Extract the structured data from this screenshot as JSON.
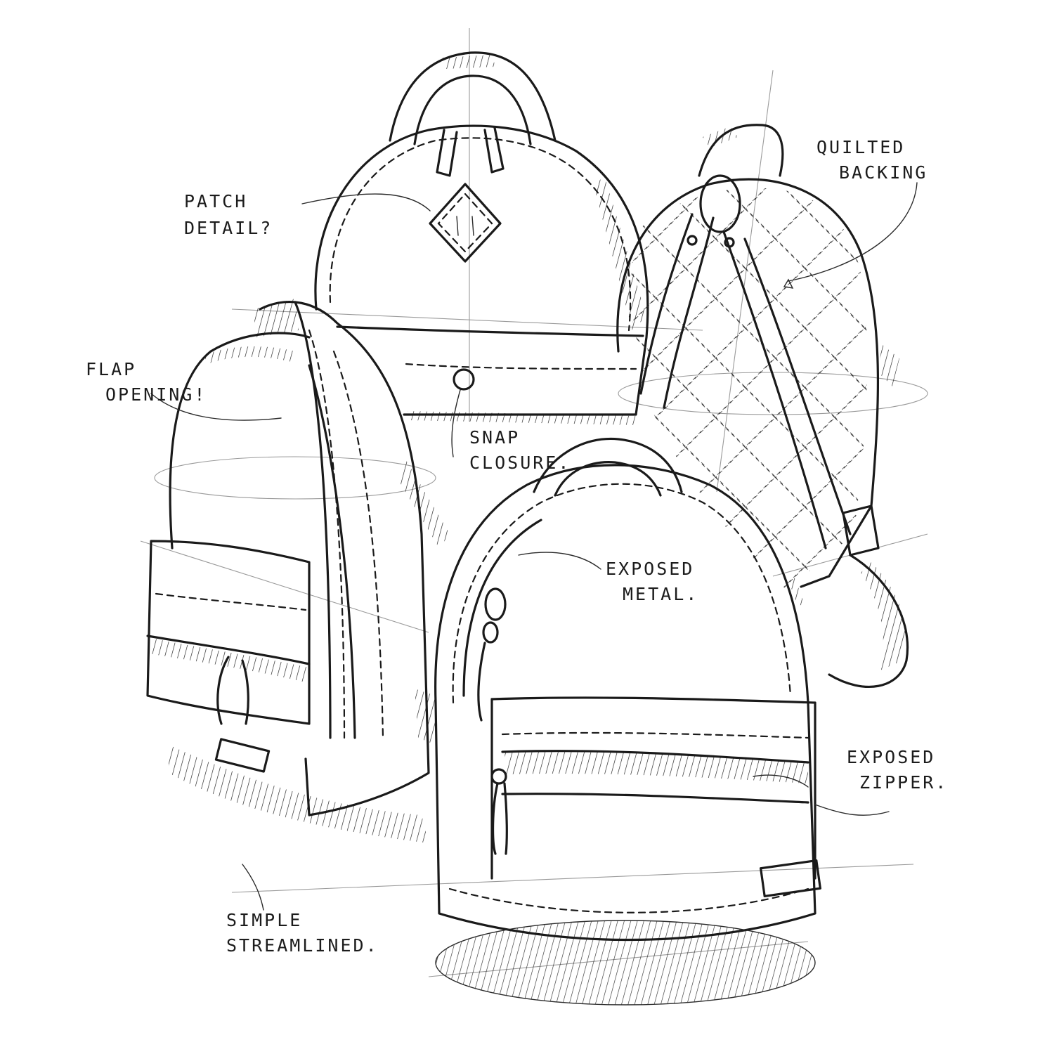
{
  "annotations": {
    "patch_detail": "PATCH DETAIL?",
    "quilted_backing_1": "QUILTED",
    "quilted_backing_2": "BACKING",
    "flap_opening_1": "FLAP",
    "flap_opening_2": "OPENING!",
    "snap_closure_1": "SNAP",
    "snap_closure_2": "CLOSURE.",
    "exposed_metal_1": "EXPOSED",
    "exposed_metal_2": "METAL.",
    "exposed_zipper_1": "EXPOSED",
    "exposed_zipper_2": "ZIPPER.",
    "simple_streamlined_1": "SIMPLE",
    "simple_streamlined_2": "STREAMLINED."
  },
  "colors": {
    "ink": "#1a1a1a",
    "paper": "#ffffff",
    "guide": "#9a9a9a"
  }
}
